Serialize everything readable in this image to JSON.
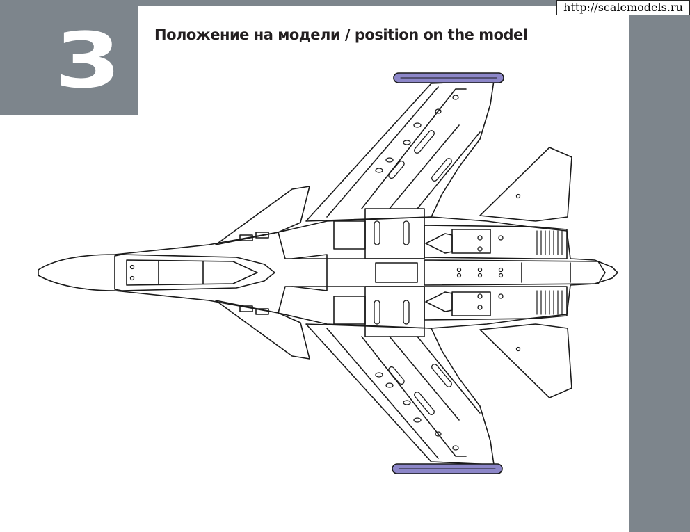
{
  "page": {
    "step_number": "3",
    "title": "Положение на модели / position on the model",
    "watermark": "http://scalemodels.ru"
  },
  "colors": {
    "panel_gray": "#7d858c",
    "missile_fill": "#8c86c8",
    "line": "#1a1a1a"
  },
  "diagram": {
    "subject": "aircraft top-view line drawing",
    "highlighted_parts": [
      "wingtip-rail-top",
      "wingtip-rail-bottom"
    ]
  }
}
